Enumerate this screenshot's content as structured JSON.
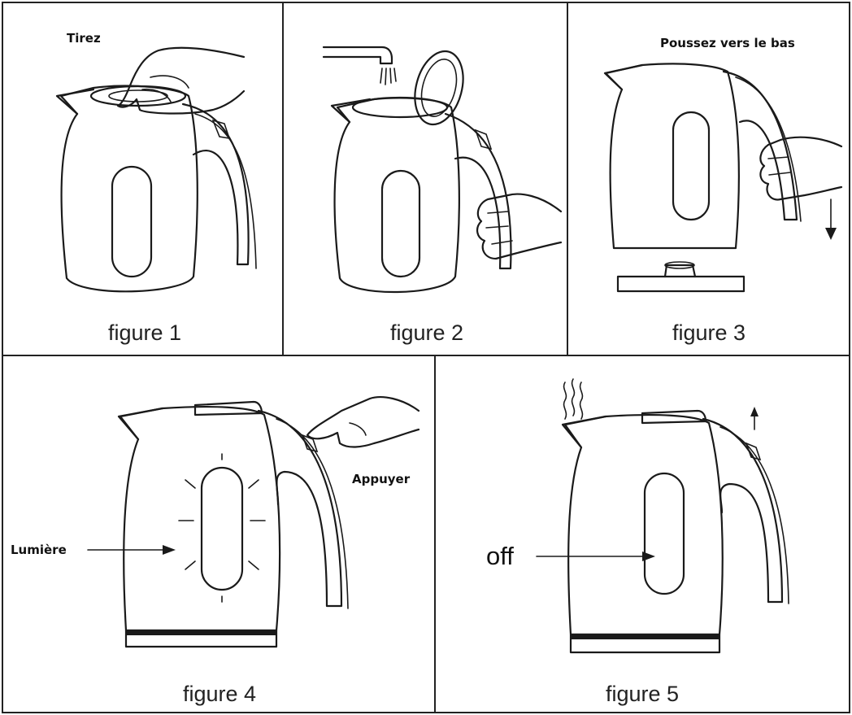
{
  "panels": [
    {
      "caption": "figure 1",
      "instruction": "Tirez"
    },
    {
      "caption": "figure 2"
    },
    {
      "caption": "figure 3",
      "instruction": "Poussez vers le bas"
    },
    {
      "caption": "figure 4",
      "instruction": "Appuyer",
      "pointer_label": "Lumière"
    },
    {
      "caption": "figure 5",
      "pointer_label": "off"
    }
  ],
  "icons": [
    "kettle",
    "hand",
    "water-tap",
    "base-plate",
    "arrow-down",
    "arrow-up",
    "steam",
    "light-rays"
  ]
}
